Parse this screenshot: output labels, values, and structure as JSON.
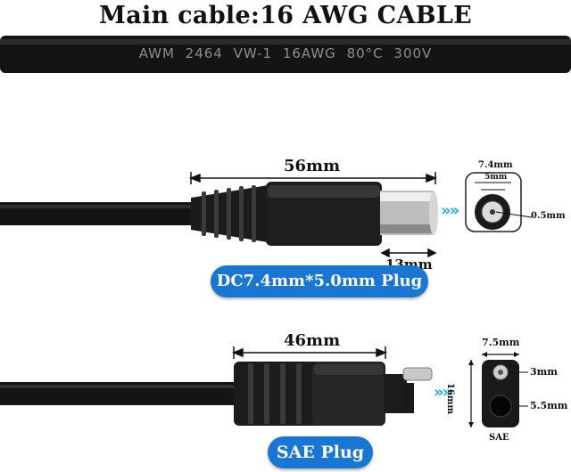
{
  "title": "Main cable:16 AWG CABLE",
  "cable_print": "AWM  2464  VW-1  16AWG  80°C  300V",
  "dc_section": {
    "length_label": "56mm",
    "tip_label": "13mm",
    "plug_name": "DC7.4mm*5.0mm Plug",
    "chevrons": "»»",
    "outer_label": "7.4mm",
    "inner_label": "5mm",
    "pin_label": "0.5mm"
  },
  "sae_section": {
    "length_label": "46mm",
    "plug_name": "SAE Plug",
    "chevrons": "»»",
    "width_label": "7.5mm",
    "height_label": "16mm",
    "hole_label": "3mm",
    "hole2_label": "5.5mm",
    "face_caption": "SAE"
  },
  "colors": {
    "pill": "#1976d2",
    "chevron": "#2aa7e0",
    "cable": "#1a1a1a"
  }
}
